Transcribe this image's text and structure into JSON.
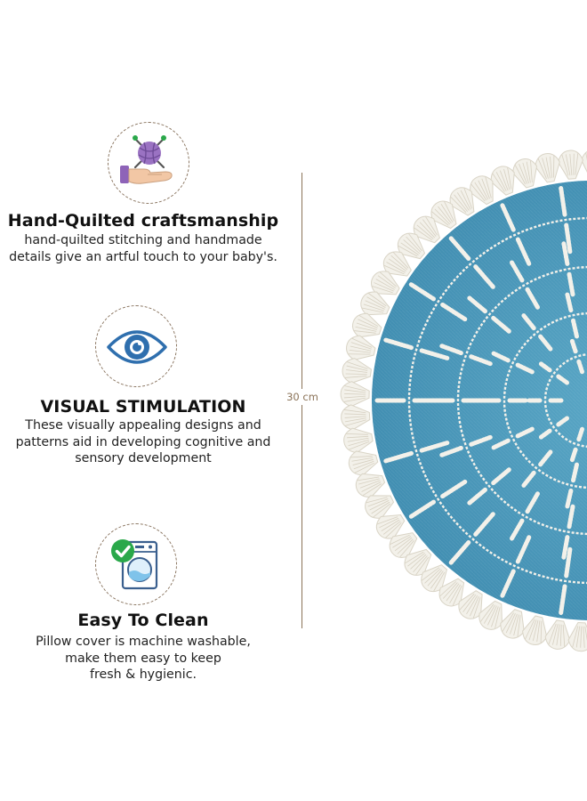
{
  "features": [
    {
      "title": "Hand-Quilted craftsmanship",
      "desc_lines": [
        "hand-quilted stitching and handmade",
        "details give an artful touch to your baby's."
      ],
      "icon": "yarn-hand-icon"
    },
    {
      "title": "VISUAL STIMULATION",
      "desc_lines": [
        "These visually appealing designs and",
        "patterns aid in developing cognitive and",
        "sensory development"
      ],
      "icon": "eye-icon"
    },
    {
      "title": "Easy To Clean",
      "desc_lines": [
        "Pillow cover is machine washable,",
        "make them easy to keep",
        "fresh & hygienic."
      ],
      "icon": "washing-machine-check-icon"
    }
  ],
  "measurement": {
    "label": "30 cm"
  },
  "colors": {
    "cushion_blue": "#4d9bbd",
    "tassel_white": "#f3f1ea",
    "icon_blue": "#2f6fae",
    "icon_purple": "#8e63b8",
    "check_green": "#2aa84a",
    "divider_brown": "#8b7358"
  }
}
